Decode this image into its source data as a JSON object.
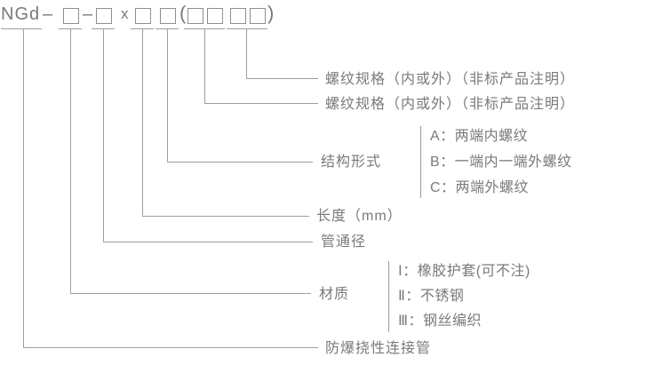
{
  "formula": {
    "prefix": "NGd",
    "dash": "–",
    "multiply": "x",
    "paren_open": "(",
    "paren_close": ")"
  },
  "labels": {
    "thread_spec_outer": "螺纹规格（内或外）（非标产品注明）",
    "thread_spec_inner": "螺纹规格（内或外）（非标产品注明）",
    "structure_type": "结构形式",
    "length": "长度（mm）",
    "pipe_diameter": "管通径",
    "material": "材质",
    "product_name": "防爆挠性连接管"
  },
  "structure_options": [
    "A：两端内螺纹",
    "B：一端内一端外螺纹",
    "C：两端外螺纹"
  ],
  "material_options": [
    "Ⅰ：橡胶护套(可不注)",
    "Ⅱ：不锈钢",
    "Ⅲ：钢丝编织"
  ],
  "colors": {
    "text": "#7a7a7a",
    "line": "#9e9e9e"
  }
}
